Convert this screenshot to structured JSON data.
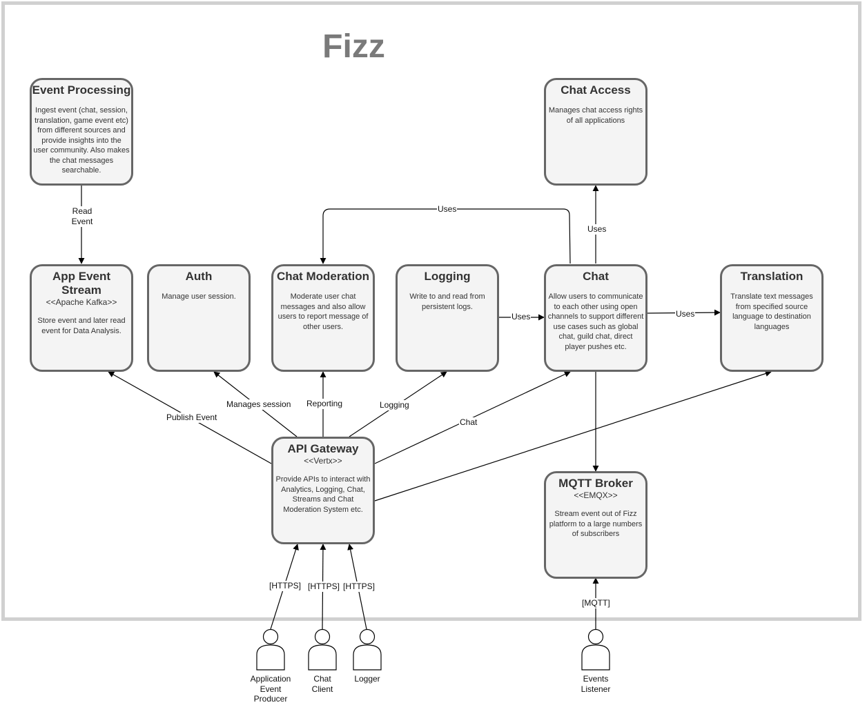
{
  "title": "Fizz",
  "boxes": {
    "event_processing": {
      "title": "Event Processing",
      "desc": "Ingest event (chat, session, translation, game event etc) from different sources and provide insights into the user community. Also makes the chat messages searchable."
    },
    "chat_access": {
      "title": "Chat Access",
      "desc": "Manages chat access rights of all applications"
    },
    "app_event_stream": {
      "title": "App Event Stream",
      "stereotype": "<<Apache Kafka>>",
      "desc": "Store event and later read event for Data Analysis."
    },
    "auth": {
      "title": "Auth",
      "desc": "Manage user session."
    },
    "chat_moderation": {
      "title": "Chat Moderation",
      "desc": "Moderate user chat messages and also allow users to report message of other users."
    },
    "logging": {
      "title": "Logging",
      "desc": "Write to and read from persistent logs."
    },
    "chat": {
      "title": "Chat",
      "desc": "Allow users to communicate to each other using open channels to support different use cases such as global chat, guild chat, direct player pushes etc."
    },
    "translation": {
      "title": "Translation",
      "desc": "Translate text messages from specified source language to destination languages"
    },
    "api_gateway": {
      "title": "API Gateway",
      "stereotype": "<<Vertx>>",
      "desc": "Provide APIs to interact with Analytics, Logging, Chat, Streams and Chat Moderation System etc."
    },
    "mqtt_broker": {
      "title": "MQTT Broker",
      "stereotype": "<<EMQX>>",
      "desc": "Stream event out of Fizz platform to a large numbers of subscribers"
    }
  },
  "edges": {
    "read_event": "Read Event",
    "uses_moderation": "Uses",
    "uses_access": "Uses",
    "uses_logging": "Uses",
    "uses_translation": "Uses",
    "publish_event": "Publish Event",
    "manages_session": "Manages session",
    "reporting": "Reporting",
    "logging": "Logging",
    "chat": "Chat",
    "https_1": "[HTTPS]",
    "https_2": "[HTTPS]",
    "https_3": "[HTTPS]",
    "mqtt": "[MQTT]"
  },
  "actors": {
    "app_event_producer": "Application Event Producer",
    "chat_client": "Chat Client",
    "logger": "Logger",
    "events_listener": "Events Listener"
  },
  "colors": {
    "box_border": "#666666",
    "box_fill": "#f4f4f4",
    "frame": "#d0d0d0",
    "title": "#7a7a7a"
  }
}
